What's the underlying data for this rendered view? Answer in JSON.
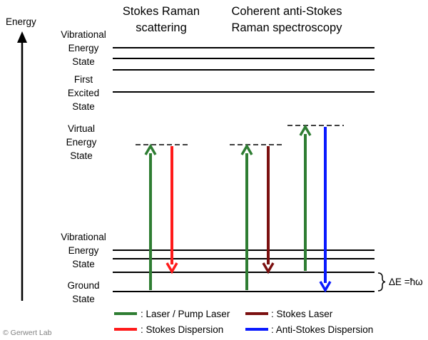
{
  "axis": {
    "label": "Energy"
  },
  "headers": {
    "stokes": [
      "Stokes Raman",
      "scattering"
    ],
    "cars": [
      "Coherent anti-Stokes",
      "Raman spectroscopy"
    ]
  },
  "levels": {
    "upper_vibrational": [
      "Vibrational",
      "Energy",
      "State"
    ],
    "first_excited": [
      "First",
      "Excited",
      "State"
    ],
    "virtual": [
      "Virtual",
      "Energy",
      "State"
    ],
    "lower_vibrational": [
      "Vibrational",
      "Energy",
      "State"
    ],
    "ground": [
      "Ground",
      "State"
    ]
  },
  "delta_label": "ΔE =ħω",
  "legend": [
    {
      "label": ": Laser / Pump Laser",
      "color": "#2e7d32"
    },
    {
      "label": ": Stokes Laser",
      "color": "#7b1010"
    },
    {
      "label": ": Stokes Dispersion",
      "color": "#ff1a1a"
    },
    {
      "label": ": Anti-Stokes Dispersion",
      "color": "#0a1aff"
    }
  ],
  "credit": "© Gerwert Lab",
  "colors": {
    "pump": "#2e7d32",
    "stokes_laser": "#7b1010",
    "stokes_dispersion": "#ff1a1a",
    "anti_stokes": "#0a1aff"
  }
}
